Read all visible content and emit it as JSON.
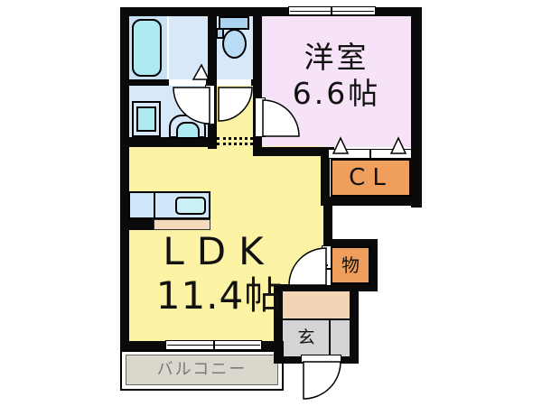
{
  "floorplan": {
    "rooms": {
      "western": {
        "name": "洋室",
        "size": "6.6帖"
      },
      "ldk": {
        "name": "LDK",
        "size": "11.4帖"
      },
      "closet": {
        "label": "CL"
      },
      "storage": {
        "label": "物"
      },
      "entrance": {
        "label": "玄"
      },
      "balcony": {
        "label": "バルコニー"
      }
    },
    "fixtures": [
      "bathtub",
      "toilet",
      "washing-machine",
      "sink",
      "kitchen-counter"
    ],
    "colors": {
      "wall": "#0a0a0a",
      "room-blue": "#d7e9f8",
      "room-blue-dark": "#c9e1f3",
      "fixture-cyan": "#aeeaf2",
      "toilet-blue": "#a9d3ef",
      "toilet-bowl": "#badcf4",
      "room-pink": "#f7e3f8",
      "room-yellow": "#fcf4a4",
      "closet-orange": "#ef9f5b",
      "hall-peach": "#f3d4b5",
      "kitchen-peach": "#f3dabc",
      "kitchen-blue": "#cfe7f8",
      "kitchen-sink": "#c9f1f6",
      "genkan-gray": "#d4d4d4",
      "balcony-gray": "#dbd7cc",
      "balcony-text": "#7a7a7a",
      "label-black": "#111111"
    }
  }
}
